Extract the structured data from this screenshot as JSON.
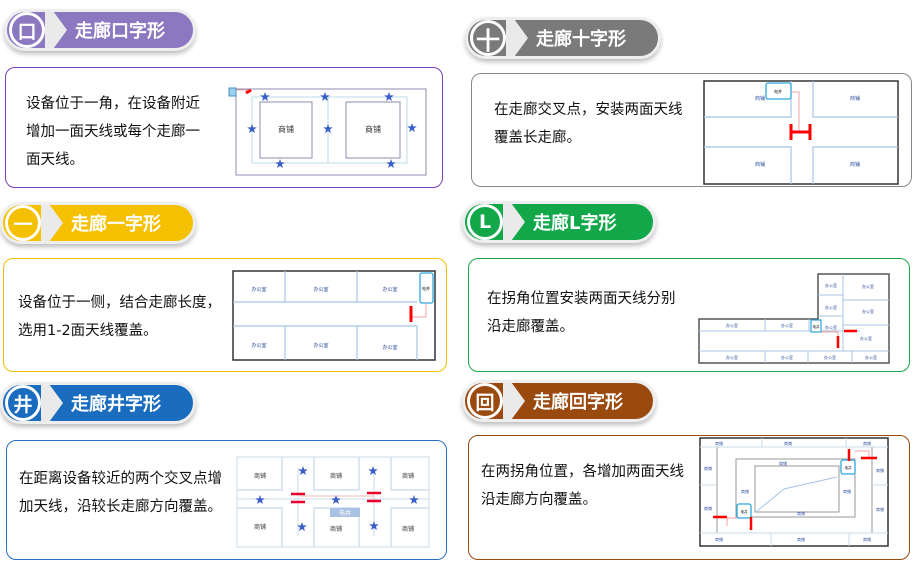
{
  "colors": {
    "purple": "#8b78c0",
    "gray": "#7a7a7a",
    "yellow": "#f5c000",
    "green": "#12a84a",
    "blue": "#1a6cbf",
    "brown": "#9a4a0e",
    "antenna": "#ff0000",
    "star": "#3a5fc8"
  },
  "panels": [
    {
      "icon": "口",
      "title": "走廊口字形",
      "desc": "设备位于一角，在设备附近增加一面天线或每个走廊一面天线。",
      "labels": [
        "商铺",
        "商铺"
      ]
    },
    {
      "icon": "十",
      "title": "走廊十字形",
      "desc": "在走廊交叉点，安装两面天线覆盖长走廊。",
      "labels": [
        "商铺",
        "商铺",
        "商铺",
        "商铺",
        "电井"
      ]
    },
    {
      "icon": "一",
      "title": "走廊一字形",
      "desc": "设备位于一侧，结合走廊长度，选用1-2面天线覆盖。",
      "labels": [
        "办公室",
        "电井"
      ]
    },
    {
      "icon": "L",
      "title": "走廊L字形",
      "desc": "在拐角位置安装两面天线分别沿走廊覆盖。",
      "labels": [
        "办公室",
        "电井"
      ]
    },
    {
      "icon": "井",
      "title": "走廊井字形",
      "desc": "在距离设备较近的两个交叉点增加天线，沿较长走廊方向覆盖。",
      "labels": [
        "商铺",
        "电井"
      ]
    },
    {
      "icon": "回",
      "title": "走廊回字形",
      "desc": "在两拐角位置，各增加两面天线沿走廊方向覆盖。",
      "labels": [
        "商铺",
        "电井"
      ]
    }
  ]
}
